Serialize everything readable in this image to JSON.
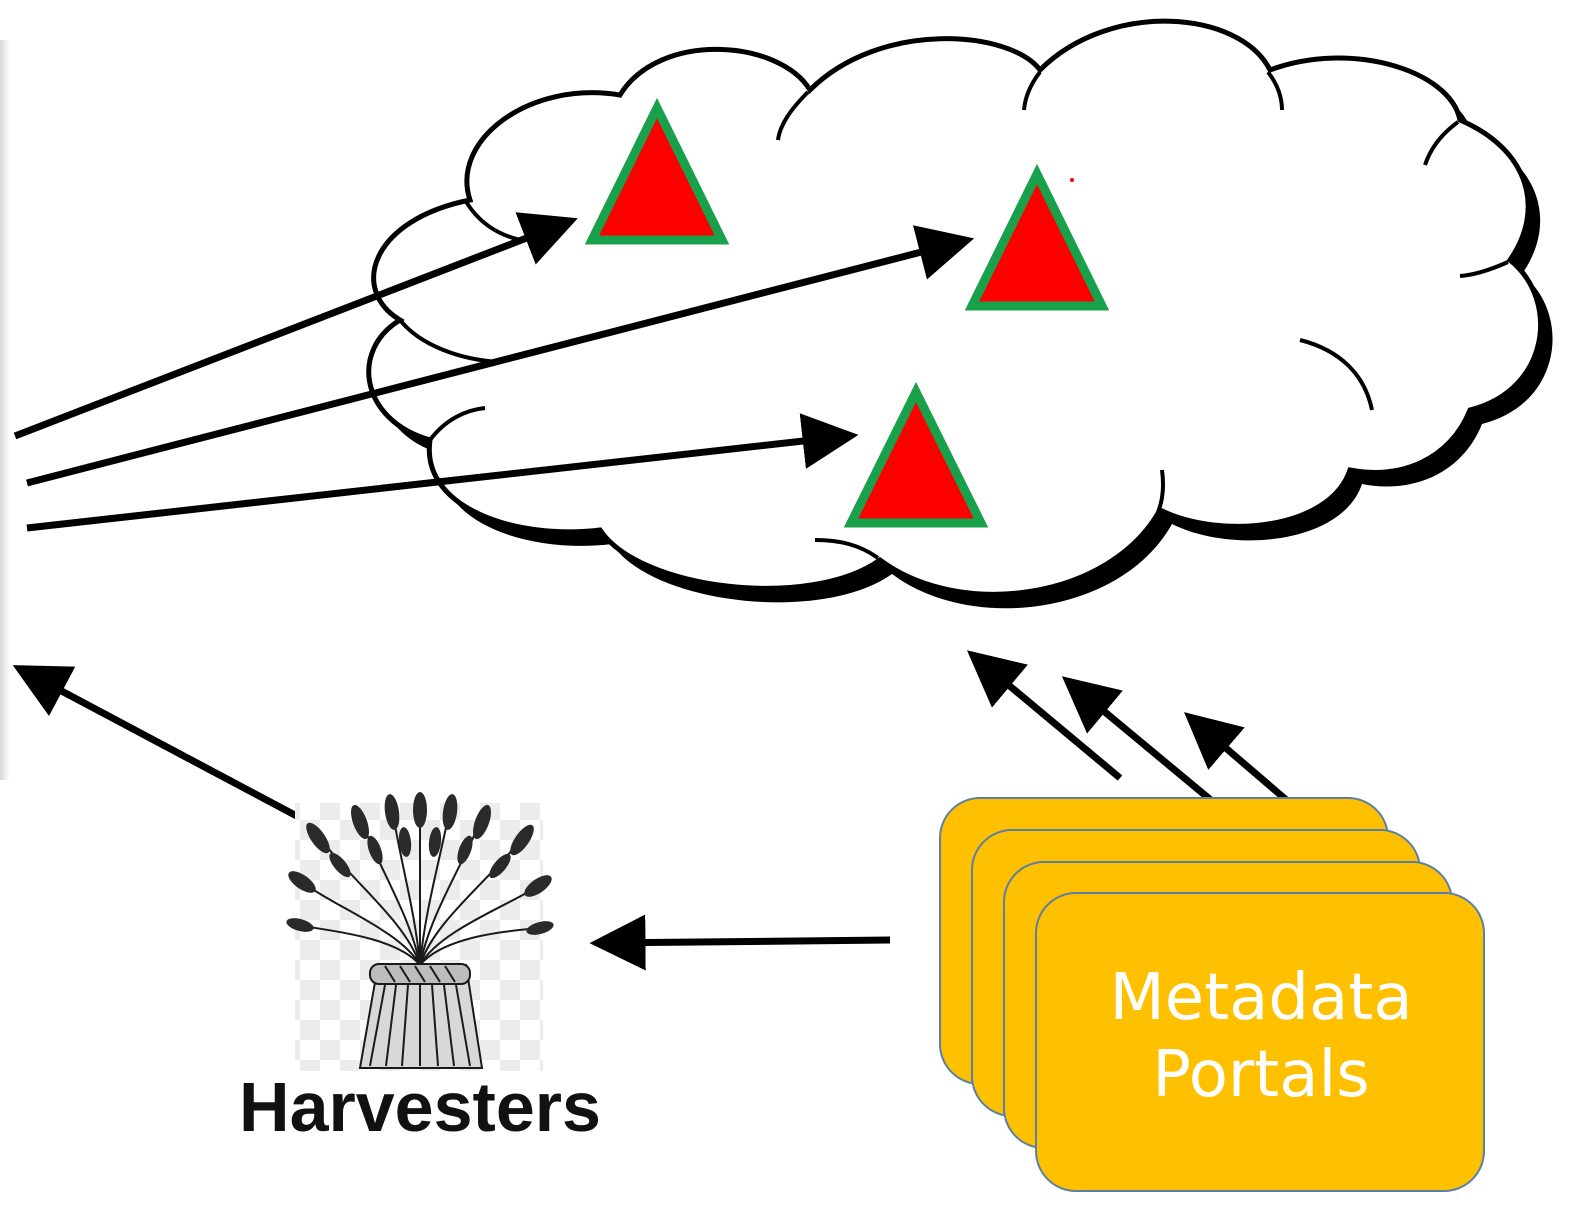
{
  "harvesters": {
    "label": "Harvesters",
    "icon": "wheat-sheaf-icon"
  },
  "portals": {
    "label_line1": "Metadata",
    "label_line2": "Portals",
    "fill": "#FFC000",
    "border": "#5B7FA6"
  },
  "cloud": {
    "icon": "cloud-icon",
    "node_icon": "triangle-icon",
    "node_fill": "#FF0000",
    "node_border": "#18A14A",
    "node_count": 3
  }
}
